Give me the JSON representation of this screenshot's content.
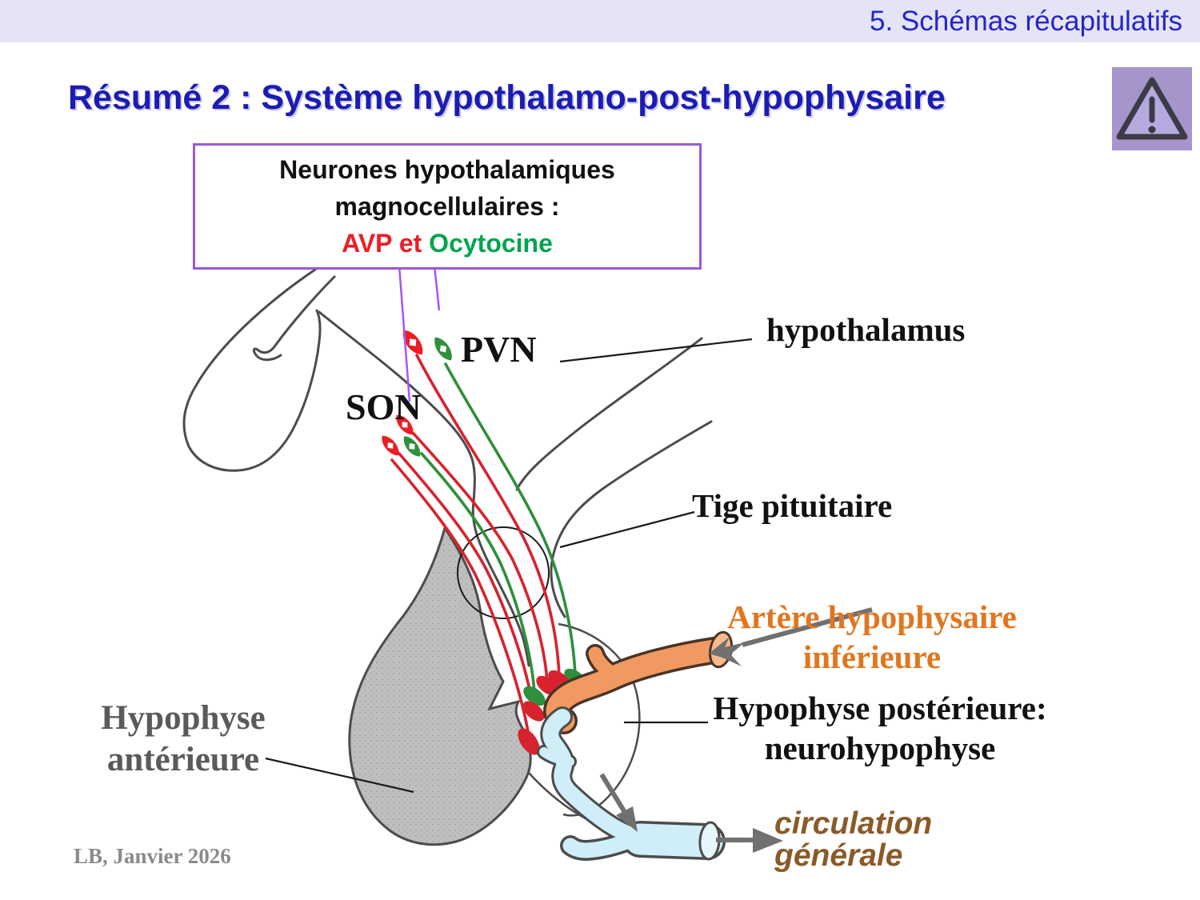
{
  "header": {
    "label": "5. Schémas récapitulatifs"
  },
  "title": "Résumé 2 : Système hypothalamo-post-hypophysaire",
  "box": {
    "line1": "Neurones hypothalamiques",
    "line2": "magnocellulaires :",
    "avp": "AVP",
    "et": "et",
    "ocytocine": "Ocytocine"
  },
  "labels": {
    "pvn": "PVN",
    "son": "SON",
    "hypothalamus": "hypothalamus",
    "tige": "Tige pituitaire",
    "artere_l1": "Artère hypophysaire",
    "artere_l2": "inférieure",
    "hypo_post_l1": "Hypophyse postérieure:",
    "hypo_post_l2": "neurohypophyse",
    "hypo_ant_l1": "Hypophyse",
    "hypo_ant_l2": "antérieure",
    "circulation_l1": "circulation",
    "circulation_l2": "générale"
  },
  "footer": {
    "credit": "LB, Janvier 2026"
  },
  "icons": {
    "warning": "warning-triangle"
  },
  "colors": {
    "header-bg": "#e4e4f6",
    "header-text": "#2525cc",
    "title-blue": "#1c1cb4",
    "box-border": "#9b59d6",
    "red": "#ee1c23",
    "green": "#00a550",
    "fiber-red": "#d6232e",
    "fiber-green": "#2f8f3c",
    "outline": "#4c4c4c",
    "artery": "#f09a62",
    "artery-light": "#f7b98e",
    "artery-dark": "#4a3426",
    "vein": "#cfeef7",
    "vein-light": "#e6f7fb",
    "gray-gland": "#bfbfbf",
    "orange-text": "#e2761e",
    "brown": "#8a5a28",
    "gray-text": "#5a5a5a",
    "footer-gray": "#8a8a8a",
    "purple-line": "#a855f7",
    "warn-bg": "#a595cb",
    "warn-fill": "#b6a9dd",
    "warn-stroke": "#3b3b47",
    "arrow-gray": "#707070",
    "leader": "#1a1a1a"
  }
}
